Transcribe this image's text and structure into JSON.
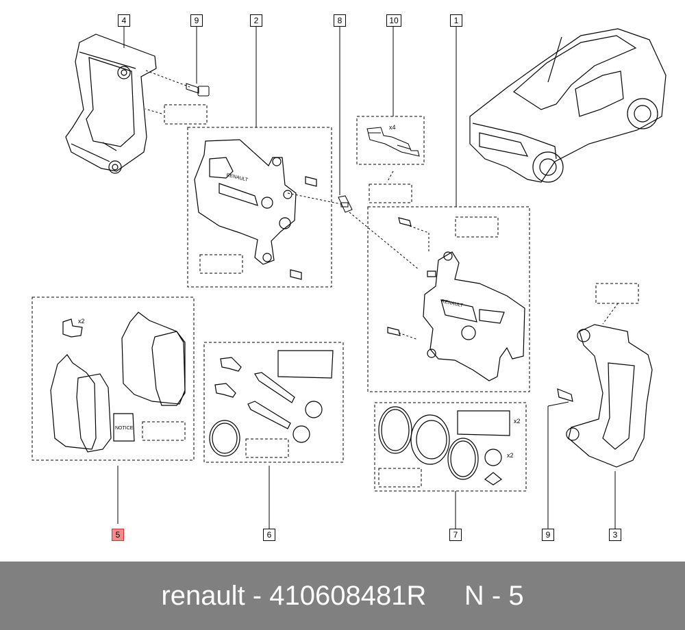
{
  "callouts": [
    "4",
    "9",
    "2",
    "8",
    "10",
    "1",
    "5",
    "6",
    "7",
    "9",
    "3"
  ],
  "highlight_color": "#f28b8b",
  "footer": {
    "brand": "renault",
    "separator": " - ",
    "part_number": "410608481R",
    "position": "N - 5"
  },
  "labels": {
    "qty_pads_bolt": "x2",
    "qty_clips": "x4",
    "qty_seal": "x2",
    "qty_boot": "x2",
    "notice_booklet": "NOTICE",
    "caliper_brand_a": "RENAULT",
    "caliper_brand_b": "RENAULT"
  },
  "footer_color": "#808080"
}
